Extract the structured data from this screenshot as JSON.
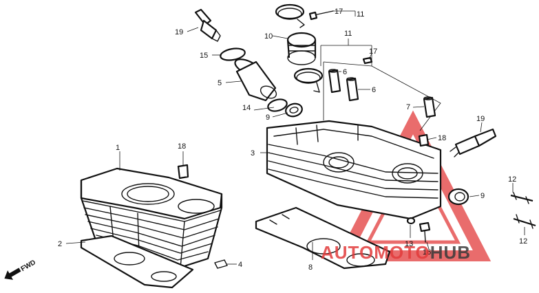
{
  "diagram": {
    "callouts": {
      "c1": "1",
      "c2": "2",
      "c3": "3",
      "c4": "4",
      "c5": "5",
      "c6a": "6",
      "c6b": "6",
      "c7": "7",
      "c8": "8",
      "c9a": "9",
      "c9b": "9",
      "c10": "10",
      "c11a": "11",
      "c11b": "11",
      "c12a": "12",
      "c12b": "12",
      "c13": "13",
      "c14": "14",
      "c15": "15",
      "c16": "16",
      "c17a": "17",
      "c17b": "17",
      "c18a": "18",
      "c18b": "18",
      "c19a": "19",
      "c19b": "19"
    },
    "direction_label": "FWD"
  },
  "watermark": {
    "part1": "AUTO",
    "part2": "MOTO",
    "part3": "HUB",
    "color_red": "#e23b3b",
    "color_dark": "#3a3a3a"
  }
}
